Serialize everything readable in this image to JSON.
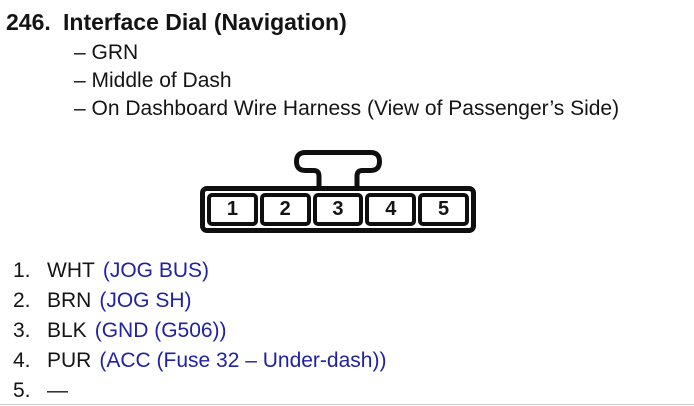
{
  "page": {
    "number": "246.",
    "title": "Interface Dial (Navigation)",
    "notes": [
      "– GRN",
      "– Middle of Dash",
      "– On Dashboard Wire Harness (View of Passenger’s Side)"
    ]
  },
  "connector": {
    "pins": [
      "1",
      "2",
      "3",
      "4",
      "5"
    ]
  },
  "pin_list": [
    {
      "num": "1.",
      "color": "WHT",
      "desc": "(JOG BUS)"
    },
    {
      "num": "2.",
      "color": "BRN",
      "desc": "(JOG SH)"
    },
    {
      "num": "3.",
      "color": "BLK",
      "desc": "(GND (G506))"
    },
    {
      "num": "4.",
      "color": "PUR",
      "desc": "(ACC (Fuse 32 – Under-dash))"
    },
    {
      "num": "5.",
      "color": "—",
      "desc": ""
    }
  ],
  "colors": {
    "ink_black": "#141414",
    "signal_blue": "#2121a3",
    "diagram_stroke": "#0f0f0f"
  }
}
